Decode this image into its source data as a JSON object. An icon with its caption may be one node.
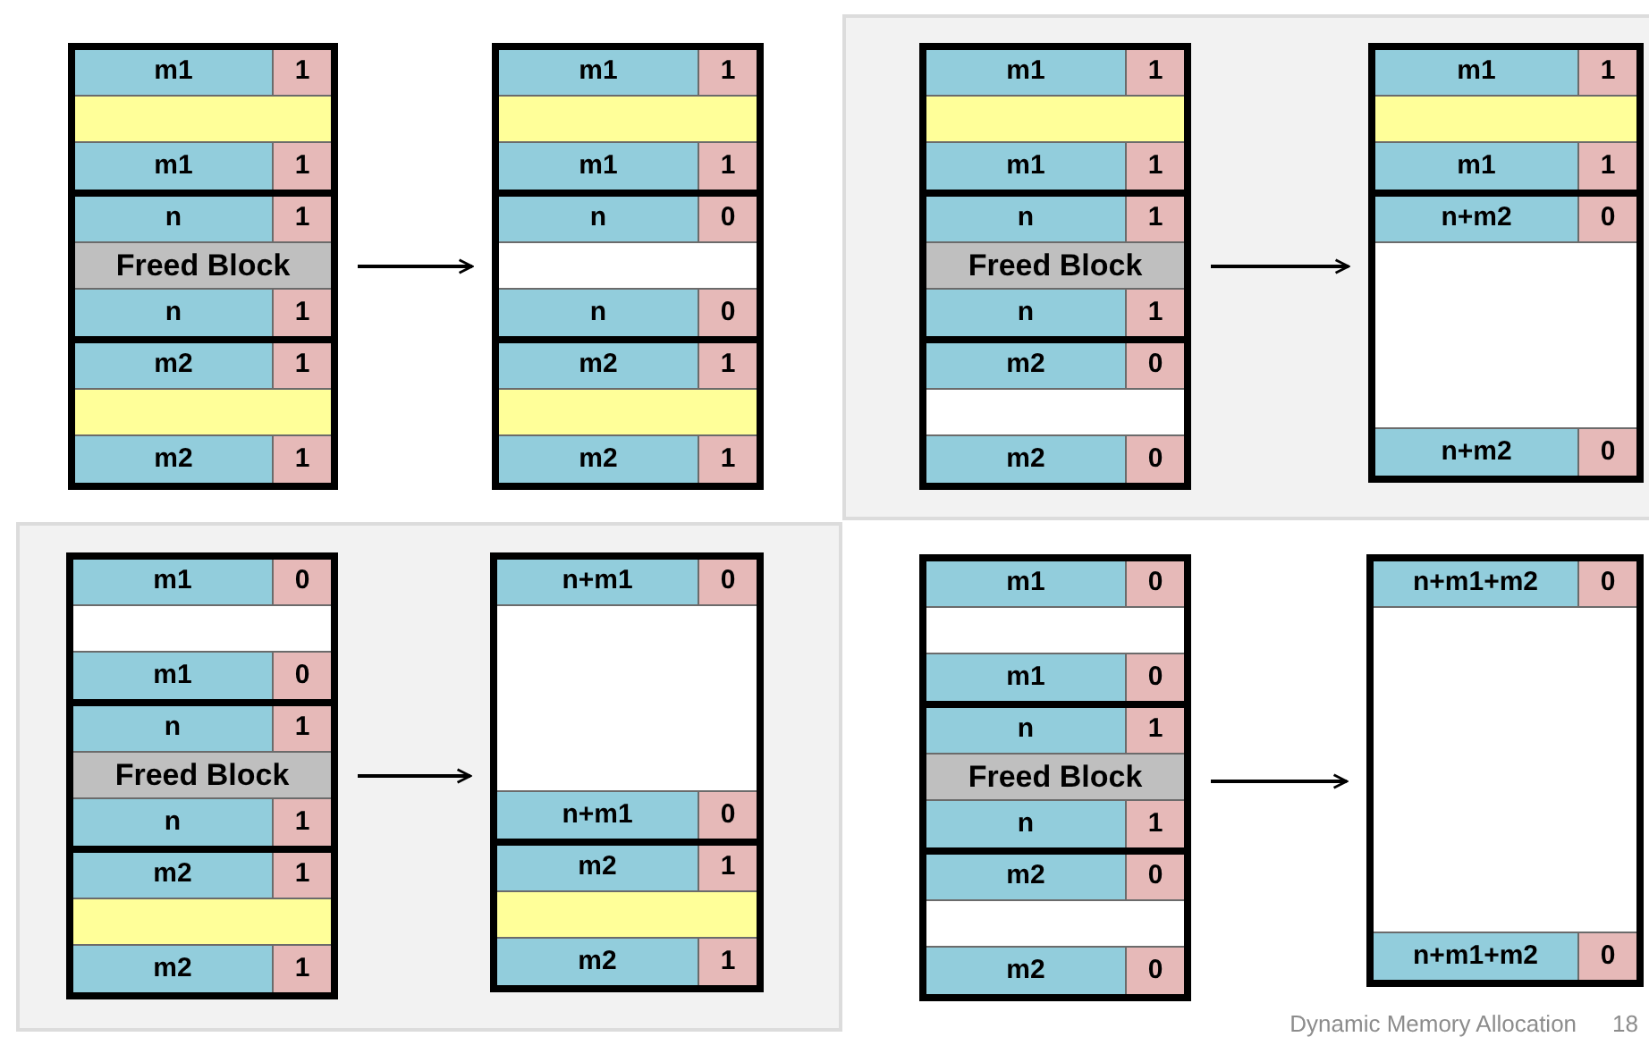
{
  "diagram": {
    "nodes": [
      {
        "text": [],
        "shape": "box"
      },
      {
        "text": [],
        "shape": "box",
        "in": 0
      },
      {
        "text": [
          "m1",
          "1"
        ],
        "in": 1
      },
      {
        "text": [],
        "shape": "bar",
        "in": 1
      },
      {
        "text": [
          "m1",
          "1"
        ],
        "in": 1
      },
      {
        "text": [],
        "shape": "box",
        "in": 0
      },
      {
        "text": [
          "n",
          "1"
        ],
        "in": 5
      },
      {
        "text": [
          "Freed Block"
        ],
        "in": 5
      },
      {
        "text": [
          "n",
          "1"
        ],
        "in": 5
      },
      {
        "text": [],
        "shape": "box",
        "in": 0
      },
      {
        "text": [
          "m2",
          "1"
        ],
        "in": 9
      },
      {
        "text": [],
        "shape": "bar",
        "in": 9
      },
      {
        "text": [
          "m2",
          "1"
        ],
        "in": 9
      },
      {
        "text": [],
        "shape": "box"
      },
      {
        "text": [],
        "shape": "box",
        "in": 13
      },
      {
        "text": [
          "m1",
          "1"
        ],
        "in": 14
      },
      {
        "text": [],
        "shape": "bar",
        "in": 14
      },
      {
        "text": [
          "m1",
          "1"
        ],
        "in": 14
      },
      {
        "text": [],
        "shape": "box",
        "in": 13
      },
      {
        "text": [
          "n",
          "0"
        ],
        "in": 18
      },
      {
        "text": [],
        "shape": "bar",
        "in": 18
      },
      {
        "text": [
          "n",
          "0"
        ],
        "in": 18
      },
      {
        "text": [],
        "shape": "box",
        "in": 13
      },
      {
        "text": [
          "m2",
          "1"
        ],
        "in": 22
      },
      {
        "text": [],
        "shape": "bar",
        "in": 22
      },
      {
        "text": [
          "m2",
          "1"
        ],
        "in": 22
      },
      {
        "text": [],
        "shape": "box"
      },
      {
        "text": [],
        "shape": "box",
        "in": 26
      },
      {
        "text": [
          "m1",
          "1"
        ],
        "in": 27
      },
      {
        "text": [],
        "shape": "bar",
        "in": 27
      },
      {
        "text": [
          "m1",
          "1"
        ],
        "in": 27
      },
      {
        "text": [],
        "shape": "box",
        "in": 26
      },
      {
        "text": [
          "n",
          "1"
        ],
        "in": 31
      },
      {
        "text": [
          "Freed Block"
        ],
        "in": 31
      },
      {
        "text": [
          "n",
          "1"
        ],
        "in": 31
      },
      {
        "text": [],
        "shape": "box",
        "in": 26
      },
      {
        "text": [
          "m2",
          "0"
        ],
        "in": 35
      },
      {
        "text": [],
        "shape": "bar",
        "in": 35
      },
      {
        "text": [
          "m2",
          "0"
        ],
        "in": 35
      },
      {
        "text": [],
        "shape": "box"
      },
      {
        "text": [],
        "shape": "box",
        "in": 39
      },
      {
        "text": [
          "m1",
          "1"
        ],
        "in": 40
      },
      {
        "text": [],
        "shape": "bar",
        "in": 40
      },
      {
        "text": [
          "m1",
          "1"
        ],
        "in": 40
      },
      {
        "text": [],
        "shape": "box",
        "in": 39
      },
      {
        "text": [
          "n+m2",
          "0"
        ],
        "in": 44
      },
      {
        "text": [],
        "shape": "bar",
        "in": 44
      },
      {
        "text": [
          "n+m2",
          "0"
        ],
        "in": 44
      },
      {
        "text": [],
        "shape": "box"
      },
      {
        "text": [],
        "shape": "box",
        "in": 48
      },
      {
        "text": [
          "m1",
          "0"
        ],
        "in": 49
      },
      {
        "text": [],
        "shape": "bar",
        "in": 49
      },
      {
        "text": [
          "m1",
          "0"
        ],
        "in": 49
      },
      {
        "text": [],
        "shape": "box",
        "in": 48
      },
      {
        "text": [
          "n",
          "1"
        ],
        "in": 53
      },
      {
        "text": [
          "Freed Block"
        ],
        "in": 53
      },
      {
        "text": [
          "n",
          "1"
        ],
        "in": 53
      },
      {
        "text": [],
        "shape": "box",
        "in": 48
      },
      {
        "text": [
          "m2",
          "1"
        ],
        "in": 57
      },
      {
        "text": [],
        "shape": "bar",
        "in": 57
      },
      {
        "text": [
          "m2",
          "1"
        ],
        "in": 57
      },
      {
        "text": [],
        "shape": "box"
      },
      {
        "text": [],
        "shape": "box",
        "in": 61
      },
      {
        "text": [
          "n+m1",
          "0"
        ],
        "in": 62
      },
      {
        "text": [],
        "shape": "bar",
        "in": 62
      },
      {
        "text": [
          "n+m1",
          "0"
        ],
        "in": 62
      },
      {
        "text": [],
        "shape": "box",
        "in": 61
      },
      {
        "text": [
          "m2",
          "1"
        ],
        "in": 66
      },
      {
        "text": [],
        "shape": "bar",
        "in": 66
      },
      {
        "text": [
          "m2",
          "1"
        ],
        "in": 66
      },
      {
        "text": [],
        "shape": "box"
      },
      {
        "text": [],
        "shape": "box",
        "in": 70
      },
      {
        "text": [
          "m1",
          "0"
        ],
        "in": 71
      },
      {
        "text": [],
        "shape": "bar",
        "in": 71
      },
      {
        "text": [
          "m1",
          "0"
        ],
        "in": 71
      },
      {
        "text": [],
        "shape": "box",
        "in": 70
      },
      {
        "text": [
          "n",
          "1"
        ],
        "in": 75
      },
      {
        "text": [
          "Freed Block"
        ],
        "in": 75
      },
      {
        "text": [
          "n",
          "1"
        ],
        "in": 75
      },
      {
        "text": [],
        "shape": "box",
        "in": 70
      },
      {
        "text": [
          "m2",
          "0"
        ],
        "in": 79
      },
      {
        "text": [],
        "shape": "bar",
        "in": 79
      },
      {
        "text": [
          "m2",
          "0"
        ],
        "in": 79
      },
      {
        "text": [],
        "shape": "box"
      },
      {
        "text": [],
        "shape": "box",
        "in": 83
      },
      {
        "text": [
          "n+m1+m2",
          "0"
        ],
        "in": 84
      },
      {
        "text": [],
        "shape": "bar",
        "in": 84
      },
      {
        "text": [
          "n+m1+m2",
          "0"
        ],
        "in": 84
      }
    ],
    "edges": [
      {
        "from": 0,
        "to": 13,
        "arrow": "to"
      },
      {
        "from": 26,
        "to": 39,
        "arrow": "to"
      },
      {
        "from": 48,
        "to": 61,
        "arrow": "to"
      },
      {
        "from": 70,
        "to": 83,
        "arrow": "to"
      }
    ],
    "labels": [
      "Dynamic Memory Allocation",
      "18"
    ]
  }
}
